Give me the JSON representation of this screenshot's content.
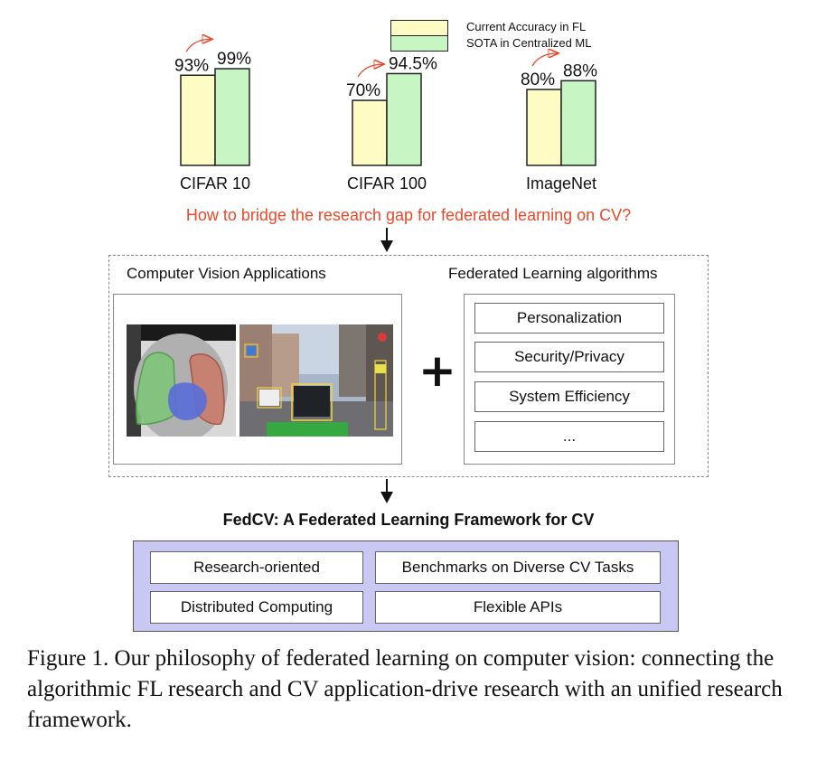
{
  "legend": {
    "current": "Current Accuracy in FL",
    "sota": "SOTA in Centralized ML",
    "colors": {
      "current": "#fefcc4",
      "sota": "#c8f5c4"
    }
  },
  "chart_data": [
    {
      "type": "bar",
      "title": "CIFAR 10",
      "series": [
        {
          "name": "Current Accuracy in FL",
          "values": [
            93
          ]
        },
        {
          "name": "SOTA in Centralized ML",
          "values": [
            99
          ]
        }
      ],
      "labels": [
        "93%",
        "99%"
      ]
    },
    {
      "type": "bar",
      "title": "CIFAR 100",
      "series": [
        {
          "name": "Current Accuracy in FL",
          "values": [
            70
          ]
        },
        {
          "name": "SOTA in Centralized ML",
          "values": [
            94.5
          ]
        }
      ],
      "labels": [
        "70%",
        "94.5%"
      ]
    },
    {
      "type": "bar",
      "title": "ImageNet",
      "series": [
        {
          "name": "Current Accuracy in FL",
          "values": [
            80
          ]
        },
        {
          "name": "SOTA in Centralized ML",
          "values": [
            88
          ]
        }
      ],
      "labels": [
        "80%",
        "88%"
      ]
    }
  ],
  "question": "How to bridge the research gap for federated learning on CV?",
  "cv": {
    "title": "Computer Vision Applications"
  },
  "fl": {
    "title": "Federated Learning algorithms",
    "items": [
      "Personalization",
      "Security/Privacy",
      "System Efficiency",
      "..."
    ]
  },
  "plus_symbol": "+",
  "fedcv": {
    "title": "FedCV: A Federated Learning Framework for CV",
    "features": [
      "Research-oriented",
      "Benchmarks on Diverse CV Tasks",
      "Distributed Computing",
      "Flexible APIs"
    ]
  },
  "caption": "Figure 1. Our philosophy of federated learning on computer vision: connecting the algorithmic FL research and CV application-drive research with an unified research framework."
}
